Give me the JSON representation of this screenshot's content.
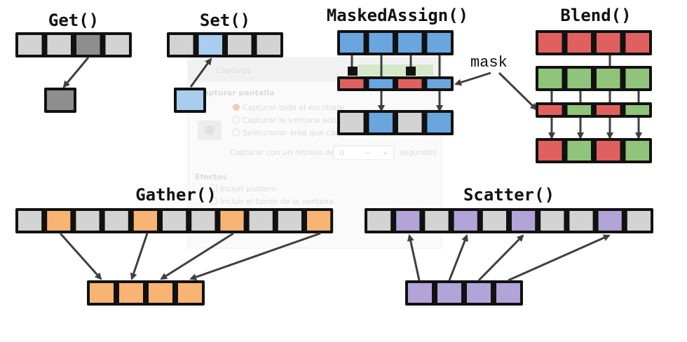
{
  "colors": {
    "outline": "#111111",
    "gray": "#d3d3d3",
    "dark_gray": "#8e8e8e",
    "blue": "#6aa6de",
    "light_blue": "#a9cdef",
    "red": "#e06060",
    "green": "#8fc47a",
    "orange": "#f8b473",
    "purple": "#b2a3d8",
    "arrow": "#3f3f3f"
  },
  "titles": {
    "get": "Get()",
    "set": "Set()",
    "masked_assign": "MaskedAssign()",
    "blend": "Blend()",
    "gather": "Gather()",
    "scatter": "Scatter()",
    "mask_label": "mask"
  },
  "background_dialog": {
    "title": "Capturas",
    "section_capture": "Capturar pantalla",
    "option_desktop": "Capturar todo el escritorio",
    "option_window": "Capturar la ventana actual",
    "option_area": "Seleccionar área que capturar",
    "delay_label": "Capturar con un retraso de",
    "delay_value": "0",
    "delay_unit": "segundos",
    "effects_heading": "Efectos",
    "effect_pointer": "Incluir puntero",
    "effect_border": "Incluir el borde de la ventana",
    "stepper_minus": "−",
    "stepper_plus": "+"
  }
}
